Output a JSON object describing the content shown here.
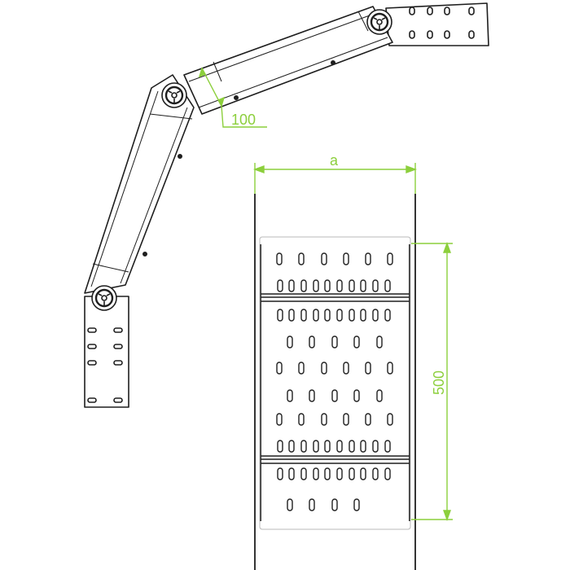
{
  "drawing": {
    "dimension_labels": {
      "link_width": "100",
      "tray_width": "a",
      "tray_length": "500"
    },
    "colors": {
      "line": "#1e1e1e",
      "dimension": "#8ccf3c",
      "background": "#ffffff"
    }
  }
}
